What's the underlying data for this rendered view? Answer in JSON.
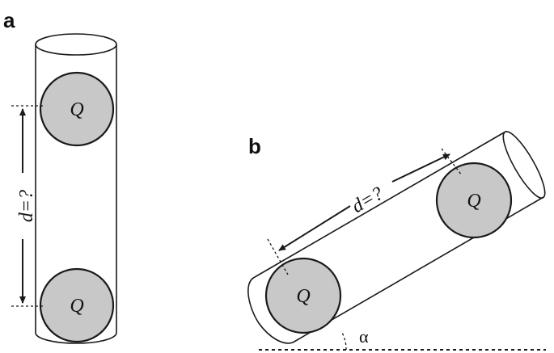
{
  "panel_a": {
    "label": "a",
    "ball_label": "Q",
    "distance_label": "d=?"
  },
  "panel_b": {
    "label": "b",
    "ball_label": "Q",
    "distance_label": "d=?",
    "angle_label": "α"
  },
  "colors": {
    "ball_fill": "#c8c8c8",
    "stroke": "#1a1a1a",
    "background": "#ffffff"
  }
}
